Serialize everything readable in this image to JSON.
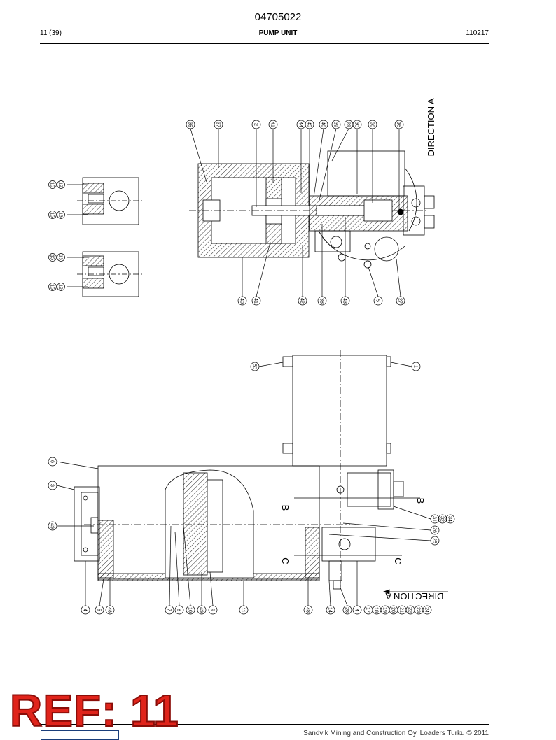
{
  "header": {
    "doc_number": "04705022",
    "page": "11 (39)",
    "title": "PUMP UNIT",
    "date": "110217"
  },
  "drawing": {
    "direction_label": "DIRECTION A",
    "section_labels": [
      "B",
      "B",
      "C",
      "C"
    ],
    "top_left_balloons_top": [
      "15",
      "12"
    ],
    "top_left_balloons_mid": [
      "15",
      "13"
    ],
    "lower_left_balloons_top": [
      "15",
      "13"
    ],
    "lower_left_balloons_bot": [
      "15",
      "12"
    ],
    "top_view_balloons_top": [
      "35",
      "37",
      "2",
      "41",
      "44",
      "45",
      "46",
      "39",
      "29",
      "30",
      "36",
      "16"
    ],
    "top_view_balloons_bottom": [
      "40",
      "41",
      "42",
      "38",
      "43",
      "5",
      "27"
    ],
    "side_view_balloons_left": [
      "6",
      "3",
      "49"
    ],
    "side_view_balloons_bottom": [
      "4",
      "5",
      "48",
      "7",
      "8",
      "10",
      "49",
      "9",
      "11",
      "48",
      "14",
      "28",
      "4",
      "17",
      "18",
      "19",
      "20",
      "21",
      "22",
      "23",
      "24"
    ],
    "side_view_balloons_right": [
      "31",
      "32",
      "34",
      "26",
      "25"
    ],
    "motor_balloons": [
      "50",
      "1"
    ]
  },
  "footer": {
    "stamp": "REF: 11",
    "copyright": "Sandvik Mining and Construction Oy, Loaders Turku © 2011"
  }
}
